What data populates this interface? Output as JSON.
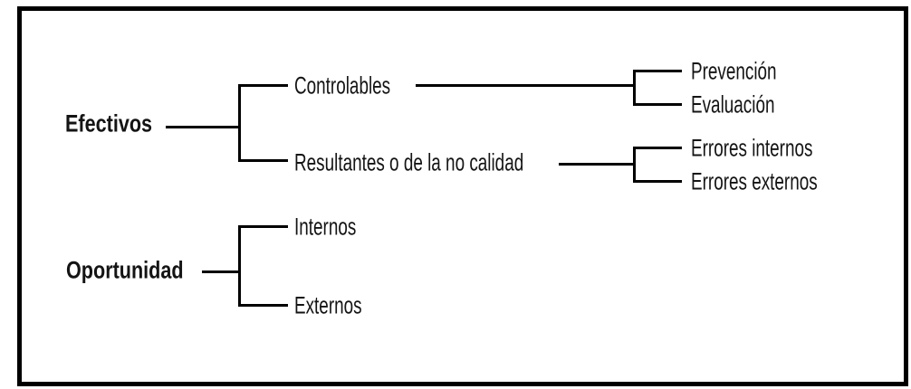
{
  "diagram": {
    "type": "tree",
    "background_color": "#ffffff",
    "line_color": "#000000",
    "text_color": "#141414",
    "roots": [
      {
        "label": "Efectivos",
        "children": [
          {
            "label": "Controlables",
            "children": [
              {
                "label": "Prevención"
              },
              {
                "label": "Evaluación"
              }
            ]
          },
          {
            "label": "Resultantes o de la no calidad",
            "children": [
              {
                "label": "Errores internos"
              },
              {
                "label": "Errores externos"
              }
            ]
          }
        ]
      },
      {
        "label": "Oportunidad",
        "children": [
          {
            "label": "Internos"
          },
          {
            "label": "Externos"
          }
        ]
      }
    ]
  }
}
